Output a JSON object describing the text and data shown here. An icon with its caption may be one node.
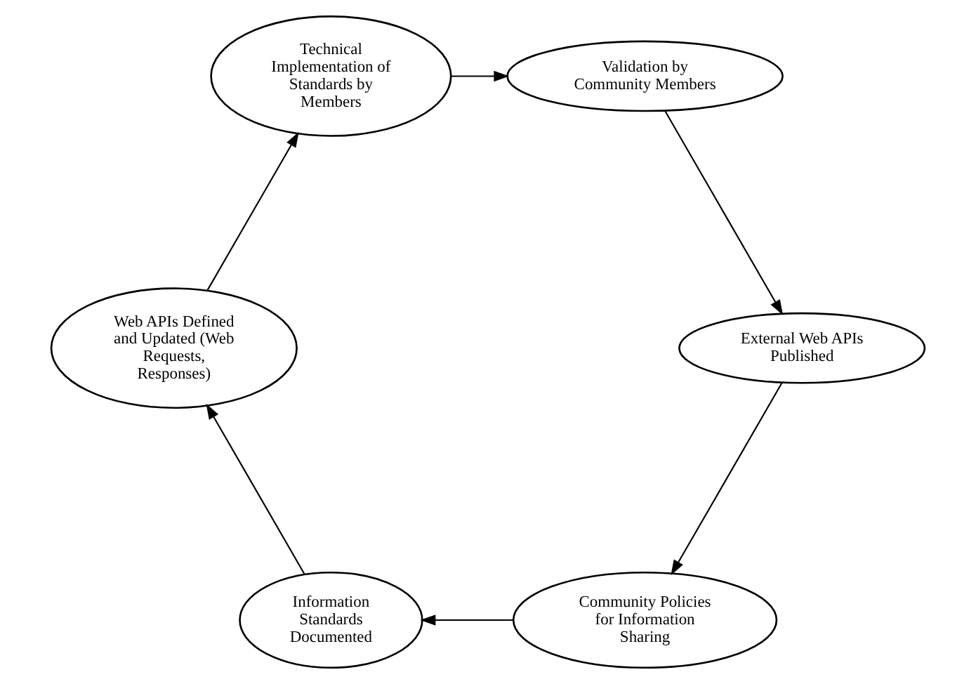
{
  "diagram": {
    "nodes": [
      {
        "text": [
          "Community Policies for Information Sharing"
        ]
      },
      {
        "text": [
          "Information Standards Documented"
        ]
      },
      {
        "text": [
          "Web APIs Defined and Updated (Web Requests, Responses)"
        ]
      },
      {
        "text": [
          "Technical Implementation of Standards by Members"
        ]
      },
      {
        "text": [
          "Validation by Community Members"
        ]
      },
      {
        "text": [
          "External Web APIs Published"
        ]
      }
    ],
    "edges": [
      {
        "from": 0,
        "to": 1,
        "arrow": "to"
      },
      {
        "from": 1,
        "to": 2,
        "arrow": "to"
      },
      {
        "from": 2,
        "to": 3,
        "arrow": "to"
      },
      {
        "from": 3,
        "to": 4,
        "arrow": "to"
      },
      {
        "from": 4,
        "to": 5,
        "arrow": "to"
      },
      {
        "from": 5,
        "to": 0,
        "arrow": "to"
      }
    ]
  }
}
